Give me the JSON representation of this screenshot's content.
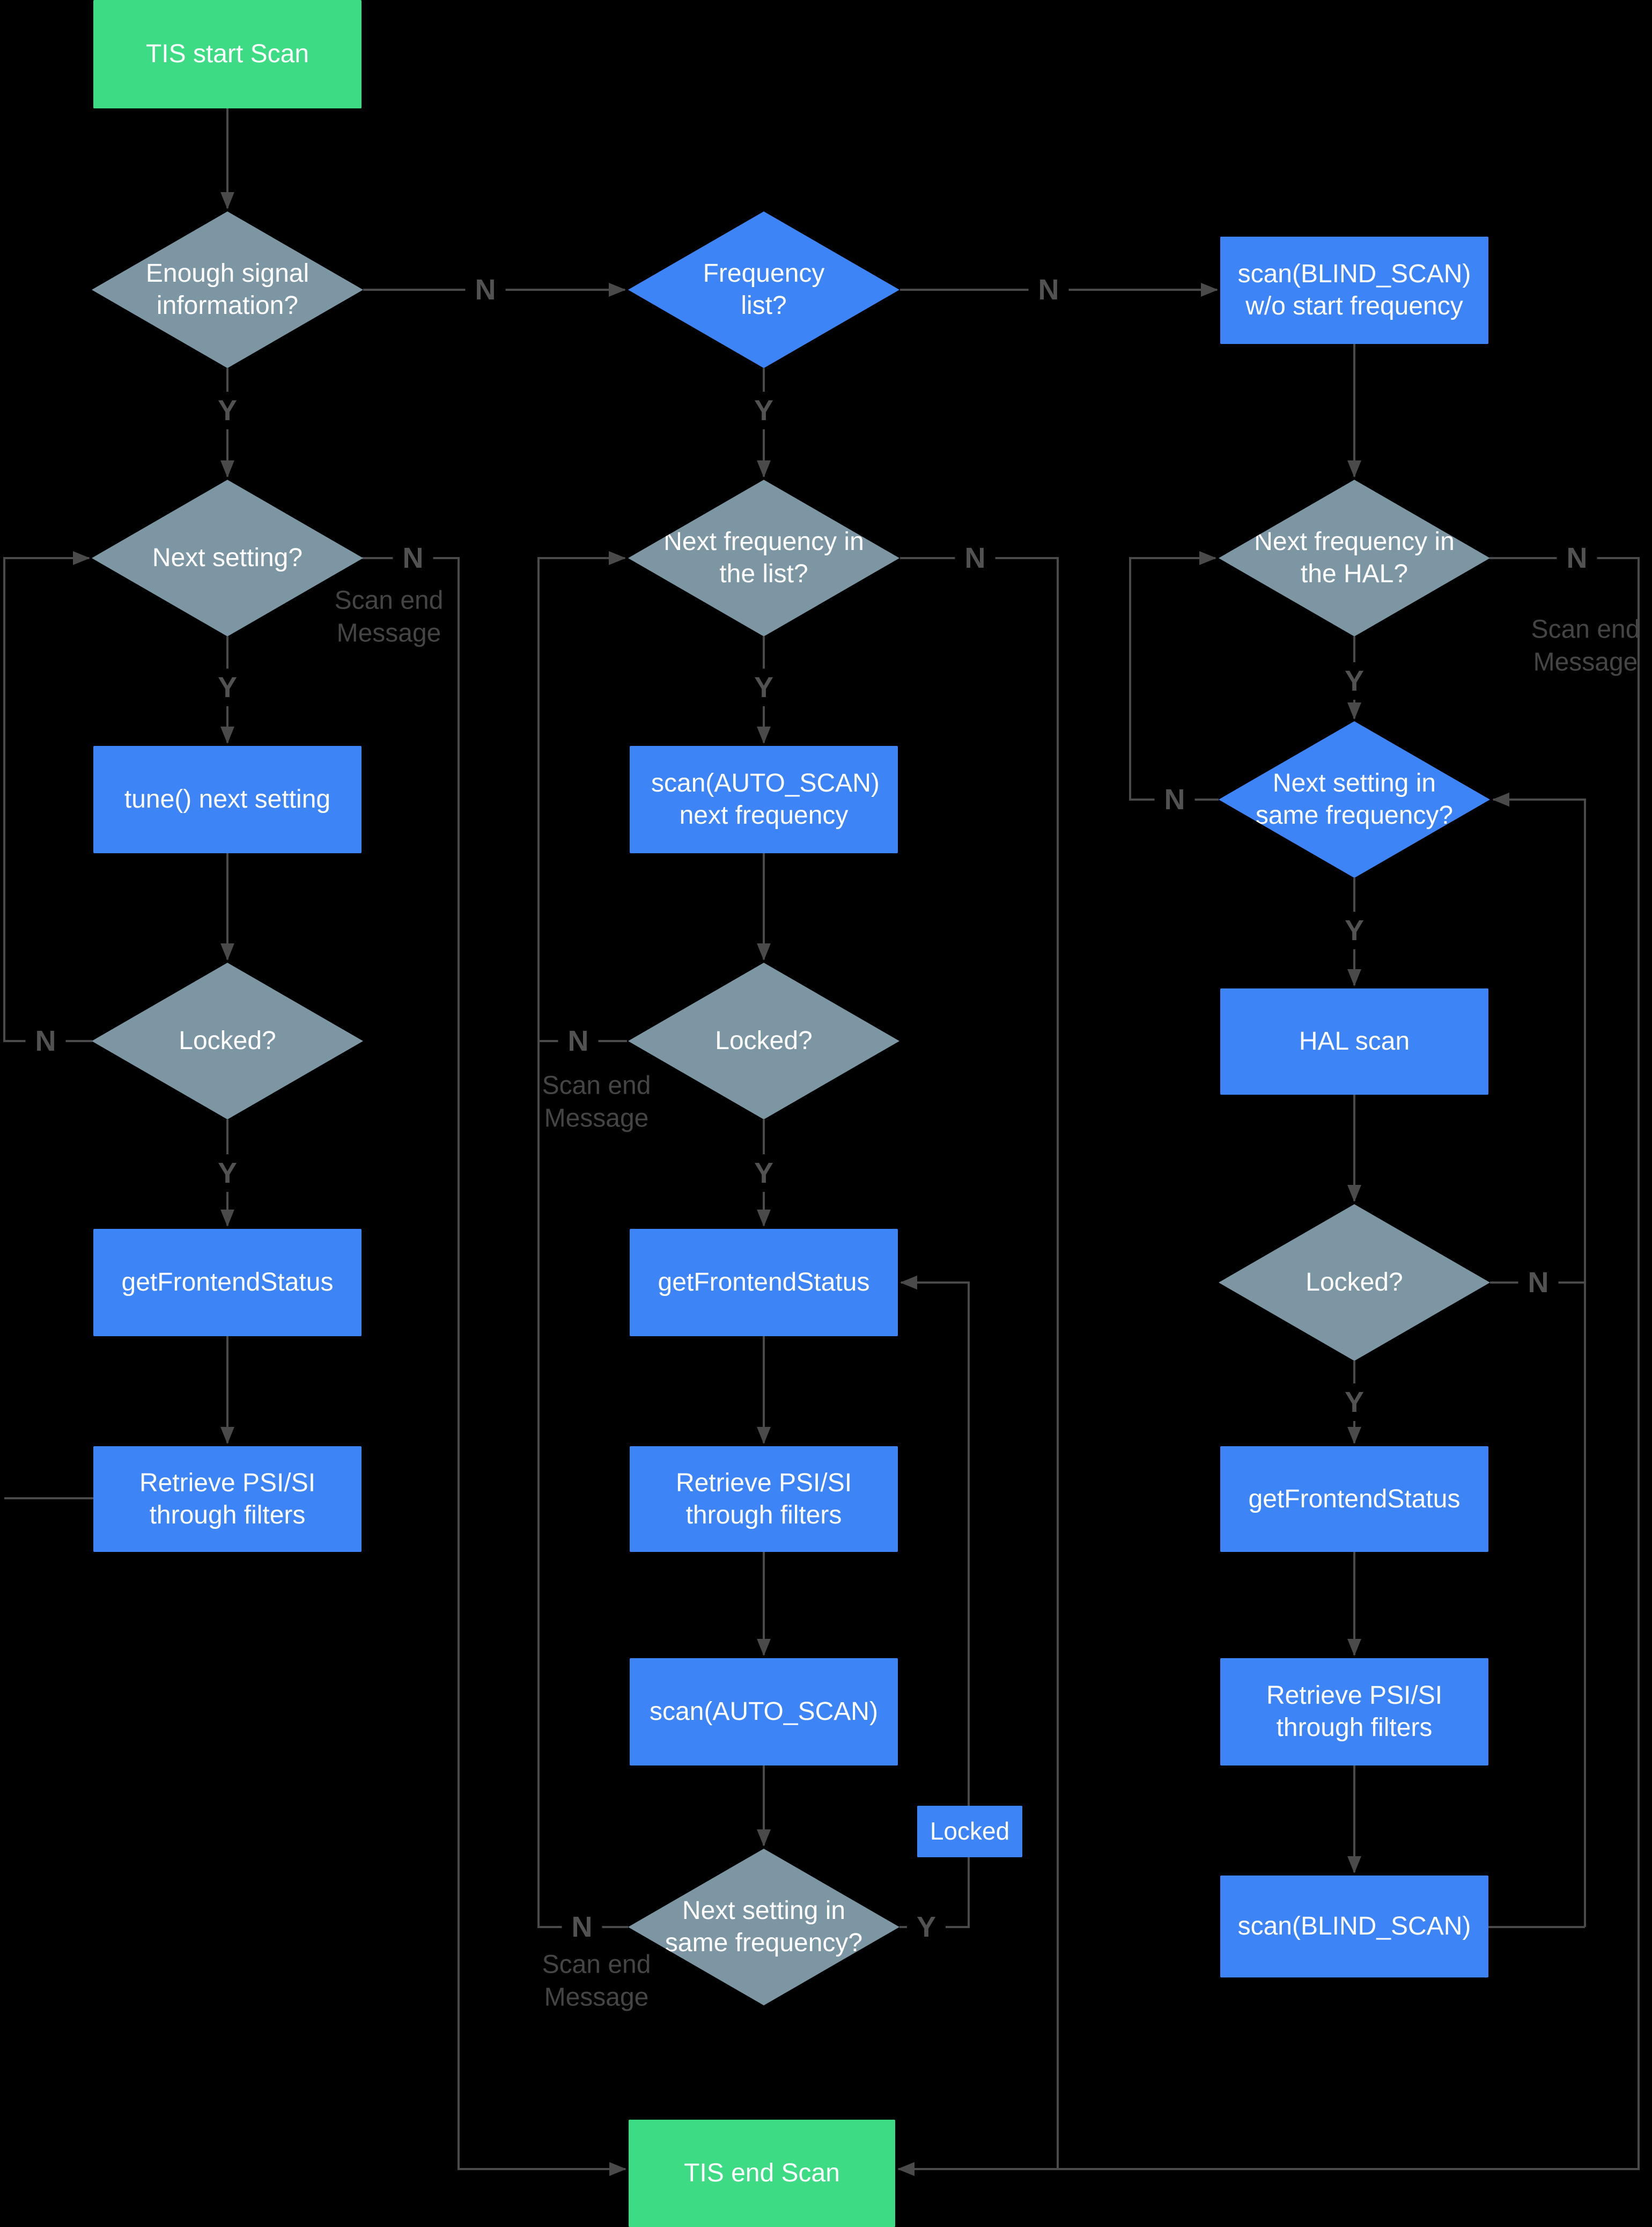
{
  "colors": {
    "background": "#000000",
    "start_end_green": "#3ddc84",
    "action_blue": "#3d84f6",
    "decision_slate": "#7d96a3",
    "connector_gray": "#4a4a4a",
    "edge_label_gray": "#525252",
    "scan_end_text_gray": "#454545"
  },
  "nodes": {
    "tis_start": {
      "label": "TIS start Scan"
    },
    "enough_signal": {
      "label": "Enough signal information?"
    },
    "frequency_list": {
      "label": "Frequency list?"
    },
    "blind_scan_wo": {
      "label": "scan(BLIND_SCAN) w/o start frequency"
    },
    "next_setting": {
      "label": "Next setting?"
    },
    "next_freq_list": {
      "label": "Next frequency in the list?"
    },
    "next_freq_hal": {
      "label": "Next frequency in the HAL?"
    },
    "next_setting_same_hal": {
      "label": "Next setting in same frequency?"
    },
    "tune_next": {
      "label": "tune() next setting"
    },
    "scan_auto_next": {
      "label": "scan(AUTO_SCAN) next frequency"
    },
    "hal_scan": {
      "label": "HAL scan"
    },
    "locked_left": {
      "label": "Locked?"
    },
    "locked_mid": {
      "label": "Locked?"
    },
    "locked_right": {
      "label": "Locked?"
    },
    "gfs_left": {
      "label": "getFrontendStatus"
    },
    "gfs_mid": {
      "label": "getFrontendStatus"
    },
    "gfs_right": {
      "label": "getFrontendStatus"
    },
    "retrieve_left": {
      "label": "Retrieve PSI/SI through filters"
    },
    "retrieve_mid": {
      "label": "Retrieve PSI/SI through filters"
    },
    "retrieve_right": {
      "label": "Retrieve PSI/SI through filters"
    },
    "scan_auto": {
      "label": "scan(AUTO_SCAN)"
    },
    "blind_scan": {
      "label": "scan(BLIND_SCAN)"
    },
    "locked_tag": {
      "label": "Locked"
    },
    "next_setting_same_mid": {
      "label": "Next setting in same frequency?"
    },
    "tis_end": {
      "label": "TIS end Scan"
    }
  },
  "edge_labels": {
    "yes": "Y",
    "no": "N",
    "scan_end_message": "Scan end Message"
  }
}
